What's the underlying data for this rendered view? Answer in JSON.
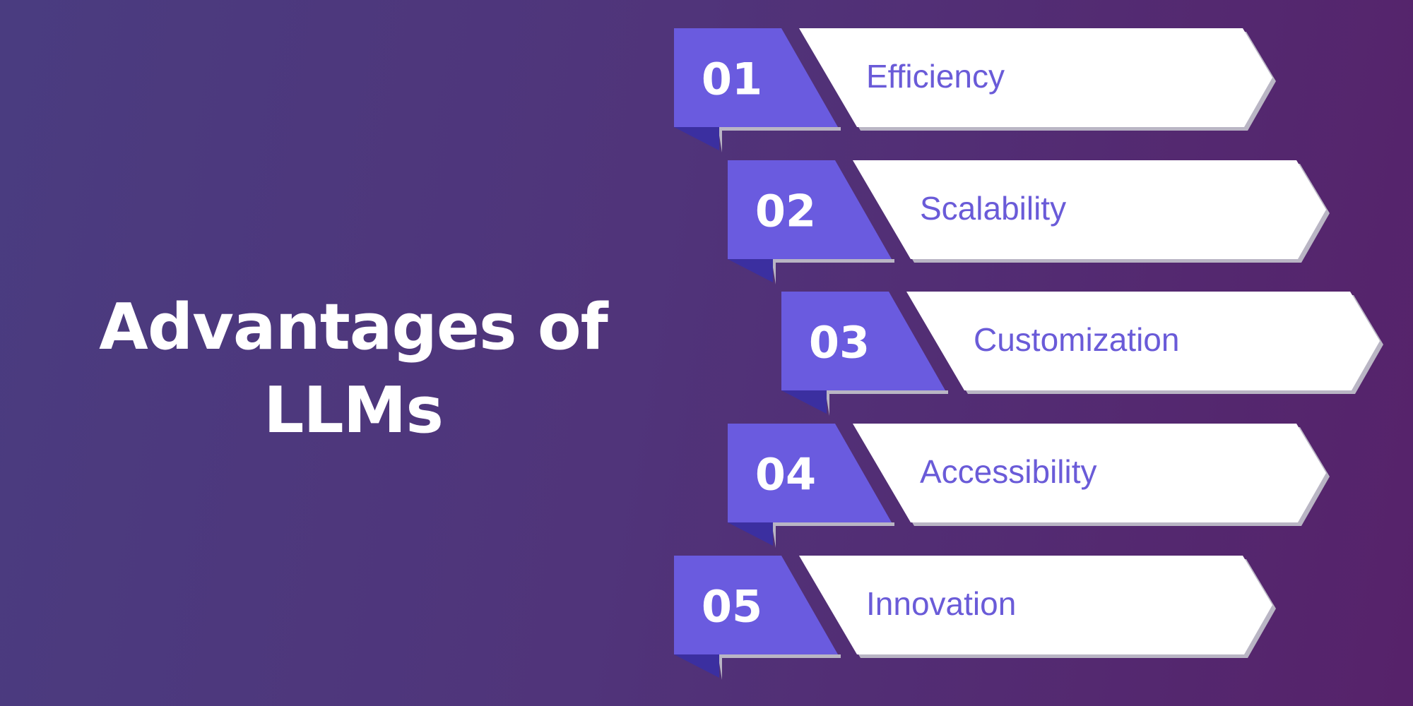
{
  "title": {
    "line1": "Advantages of",
    "line2": "LLMs"
  },
  "colors": {
    "badge": "#6a5bdf",
    "badge_fold": "#3b2fa0",
    "banner": "#ffffff",
    "banner_shadow": "#b9b5c4",
    "label_text": "#6a5bd8"
  },
  "items": [
    {
      "number": "01",
      "label": "Efficiency"
    },
    {
      "number": "02",
      "label": "Scalability"
    },
    {
      "number": "03",
      "label": "Customization"
    },
    {
      "number": "04",
      "label": "Accessibility"
    },
    {
      "number": "05",
      "label": "Innovation"
    }
  ]
}
